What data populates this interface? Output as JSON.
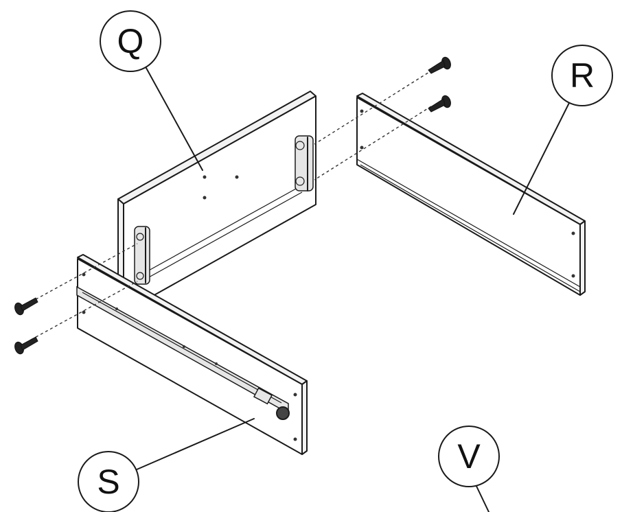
{
  "callouts": {
    "q": "Q",
    "r": "R",
    "s": "S",
    "v": "V"
  },
  "icons": {
    "screw": "screw-icon",
    "bracket": "bracket-icon"
  },
  "colors": {
    "stroke": "#1a1a1a",
    "background": "#ffffff"
  }
}
